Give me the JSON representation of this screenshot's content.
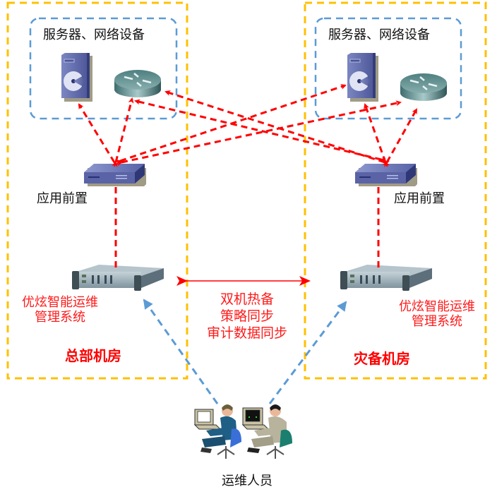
{
  "colors": {
    "room_border": "#ffc000",
    "group_border": "#5b9bd5",
    "link_red": "#ff0000",
    "link_blue": "#5b9bd5",
    "label_red": "#ff1a1a"
  },
  "rooms": {
    "hq": {
      "title": "总部机房",
      "group_label": "服务器、网络设备",
      "front_label": "应用前置",
      "system_label_line1": "优炫智能运维",
      "system_label_line2": "管理系统"
    },
    "dr": {
      "title": "灾备机房",
      "group_label": "服务器、网络设备",
      "front_label": "应用前置",
      "system_label_line1": "优炫智能运维",
      "system_label_line2": "管理系统"
    }
  },
  "sync": {
    "line1": "双机热备",
    "line2": "策略同步",
    "line3": "审计数据同步"
  },
  "operators": {
    "label": "运维人员"
  },
  "icons": {
    "server": "server-tower-icon",
    "router": "router-icon",
    "front_device": "network-appliance-icon",
    "management_appliance": "rack-appliance-icon",
    "operators": "operators-at-computers-icon"
  }
}
